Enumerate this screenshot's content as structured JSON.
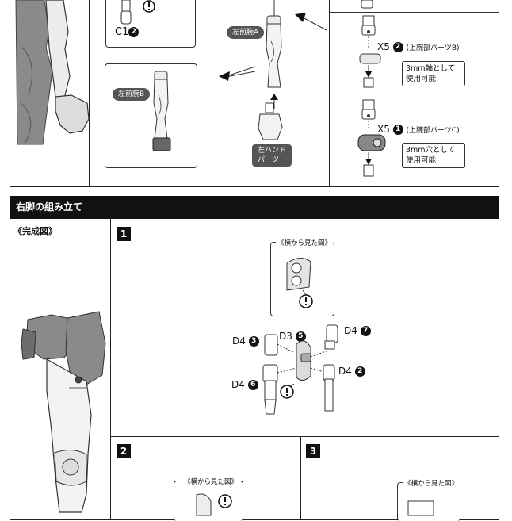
{
  "top_section": {
    "label_c1": "C1",
    "label_c1_num": "2",
    "label_left_forearm_a": "左前腕A",
    "label_left_forearm_b": "左前腕B",
    "label_left_hand_parts": "左ハンド\nパーツ",
    "row_b": {
      "code": "X5",
      "num": "2",
      "part": "(上腕部パーツB)",
      "note": "3mm軸として\n使用可能"
    },
    "row_c": {
      "code": "X5",
      "num": "1",
      "part": "(上腕部パーツC)",
      "note": "3mm穴として\n使用可能"
    }
  },
  "right_leg_section": {
    "title": "右脚の組み立て",
    "completed_label": "《完成図》",
    "step1": {
      "number": "1",
      "side_view_caption": "《横から見た図》",
      "parts": [
        {
          "code": "D4",
          "num": "3"
        },
        {
          "code": "D3",
          "num": "5"
        },
        {
          "code": "D4",
          "num": "7"
        },
        {
          "code": "D4",
          "num": "2"
        },
        {
          "code": "D4",
          "num": "6"
        }
      ]
    },
    "step2": {
      "number": "2",
      "side_view_caption": "《横から見た図》"
    },
    "step3": {
      "number": "3",
      "side_view_caption": "《横から見た図》"
    }
  }
}
